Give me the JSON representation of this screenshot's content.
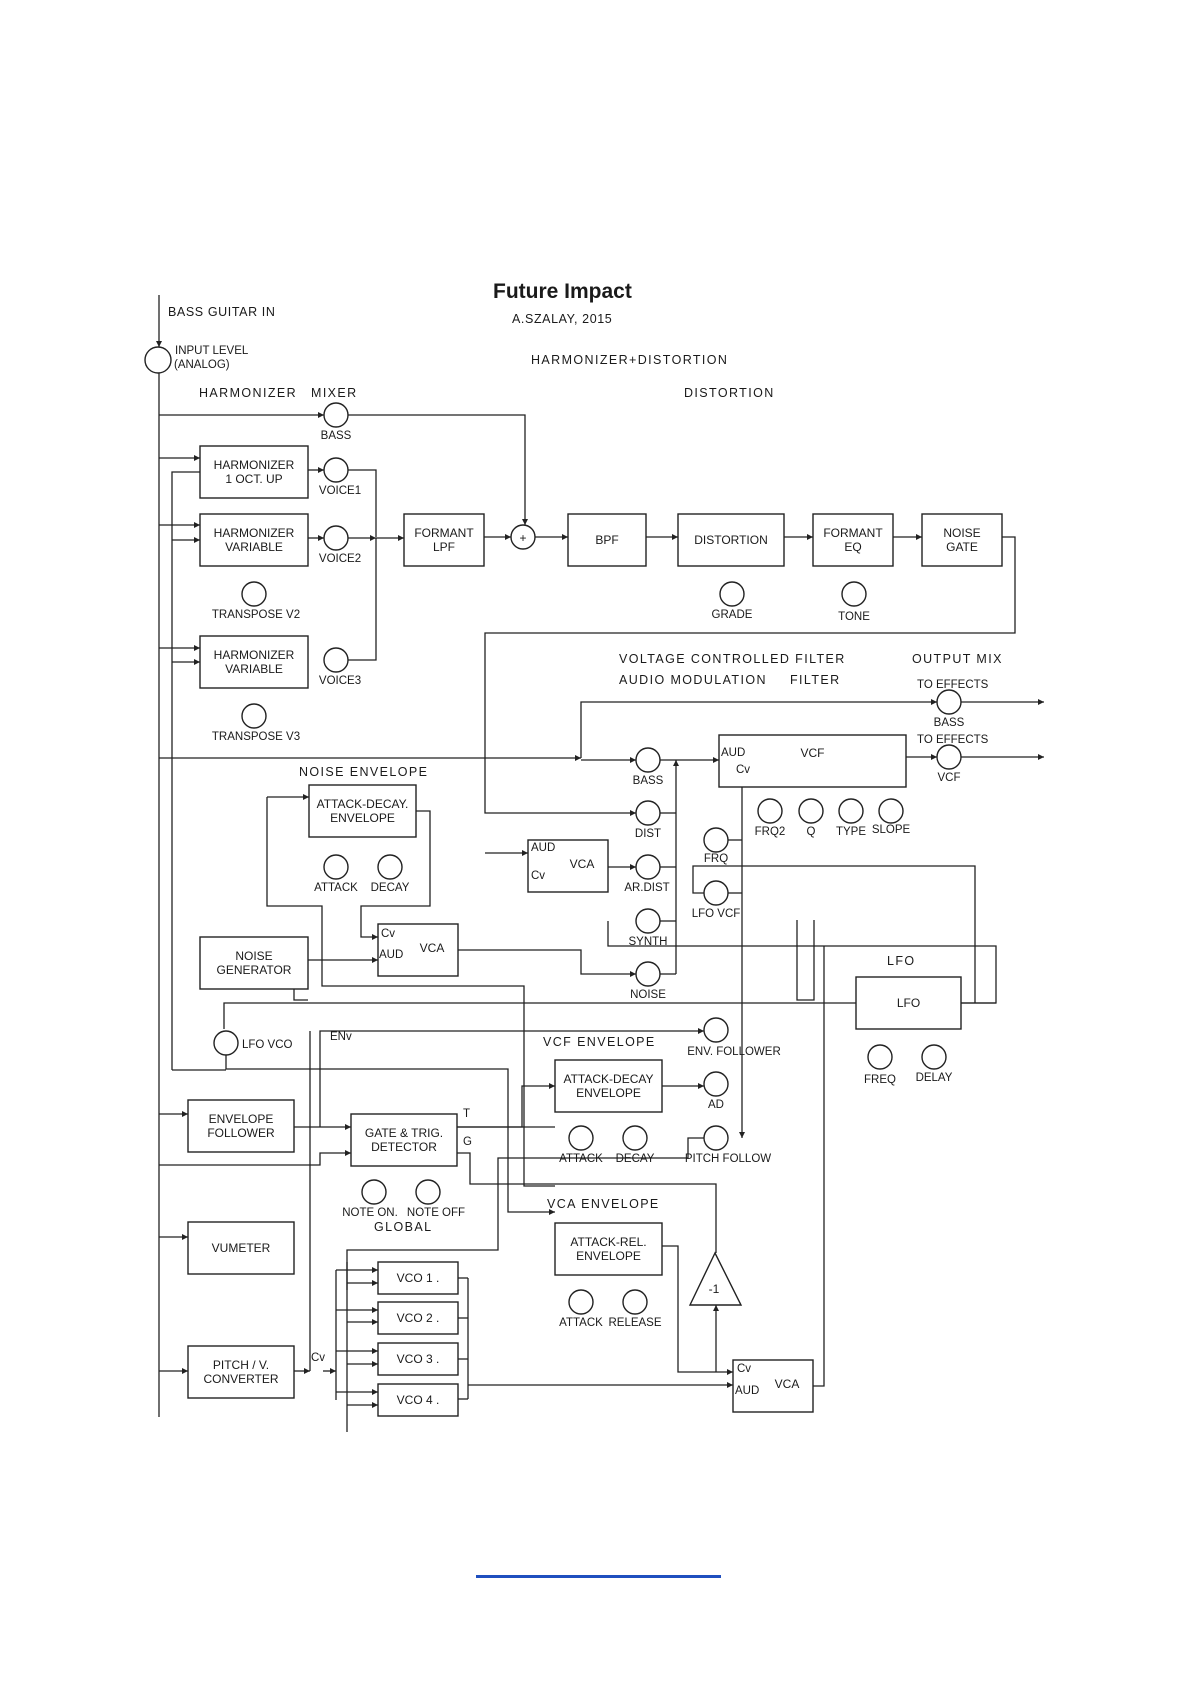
{
  "header": {
    "title": "Future Impact",
    "author": "A.SZALAY, 2015",
    "section_top": "HARMONIZER+DISTORTION"
  },
  "sections": {
    "harmonizer": "HARMONIZER",
    "mixer": "MIXER",
    "distortion": "DISTORTION",
    "vcf_title": "VOLTAGE CONTROLLED FILTER",
    "audio_modulation": "AUDIO  MODULATION",
    "filter": "FILTER",
    "output_mix": "OUTPUT MIX",
    "noise_envelope": "NOISE ENVELOPE",
    "lfo": "LFO",
    "vcf_envelope": "VCF ENVELOPE",
    "vca_envelope": "VCA ENVELOPE",
    "global": "GLOBAL"
  },
  "input": {
    "label": "BASS GUITAR IN",
    "knob_line1": "INPUT LEVEL",
    "knob_line2": "(ANALOG)"
  },
  "blocks": [
    {
      "id": "harm1",
      "lines": [
        "HARMONIZER",
        "1 OCT. UP"
      ]
    },
    {
      "id": "harm2",
      "lines": [
        "HARMONIZER",
        "VARIABLE"
      ]
    },
    {
      "id": "harm3",
      "lines": [
        "HARMONIZER",
        "VARIABLE"
      ]
    },
    {
      "id": "formant_lpf",
      "lines": [
        "FORMANT",
        "LPF"
      ]
    },
    {
      "id": "bpf",
      "lines": [
        "BPF"
      ]
    },
    {
      "id": "distortion",
      "lines": [
        "DISTORTION"
      ]
    },
    {
      "id": "formant_eq",
      "lines": [
        "FORMANT",
        "EQ"
      ]
    },
    {
      "id": "noise_gate",
      "lines": [
        "NOISE",
        "GATE"
      ]
    },
    {
      "id": "vcf",
      "lines": [
        "VCF"
      ]
    },
    {
      "id": "noise_ad",
      "lines": [
        "ATTACK-DECAY.",
        "ENVELOPE"
      ]
    },
    {
      "id": "vca_mod",
      "lines": [
        "VCA"
      ]
    },
    {
      "id": "noise_vca",
      "lines": [
        "VCA"
      ]
    },
    {
      "id": "noise_gen",
      "lines": [
        "NOISE",
        "GENERATOR"
      ]
    },
    {
      "id": "lfo",
      "lines": [
        "LFO"
      ]
    },
    {
      "id": "env_follower",
      "lines": [
        "ENVELOPE",
        "FOLLOWER"
      ]
    },
    {
      "id": "gate_trig",
      "lines": [
        "GATE & TRIG.",
        "DETECTOR"
      ]
    },
    {
      "id": "vcf_ad",
      "lines": [
        "ATTACK-DECAY",
        "ENVELOPE"
      ]
    },
    {
      "id": "vumeter",
      "lines": [
        "VUMETER"
      ]
    },
    {
      "id": "ar_env",
      "lines": [
        "ATTACK-REL.",
        "ENVELOPE"
      ]
    },
    {
      "id": "pitch_conv",
      "lines": [
        "PITCH / V.",
        "CONVERTER"
      ]
    },
    {
      "id": "vco1",
      "lines": [
        "VCO 1 ."
      ]
    },
    {
      "id": "vco2",
      "lines": [
        "VCO 2 ."
      ]
    },
    {
      "id": "vco3",
      "lines": [
        "VCO 3 ."
      ]
    },
    {
      "id": "vco4",
      "lines": [
        "VCO 4 ."
      ]
    },
    {
      "id": "out_vca",
      "lines": [
        "VCA"
      ]
    }
  ],
  "ports": {
    "aud": "AUD",
    "cv": "Cv",
    "env": "ENv",
    "t": "T",
    "g": "G",
    "cv_pitch": "Cv"
  },
  "knobs": [
    {
      "id": "bass_mix",
      "label": "BASS"
    },
    {
      "id": "voice1",
      "label": "VOICE1"
    },
    {
      "id": "voice2",
      "label": "VOICE2"
    },
    {
      "id": "voice3",
      "label": "VOICE3"
    },
    {
      "id": "transpose_v2",
      "label": "TRANSPOSE V2"
    },
    {
      "id": "transpose_v3",
      "label": "TRANSPOSE V3"
    },
    {
      "id": "grade",
      "label": "GRADE"
    },
    {
      "id": "tone",
      "label": "TONE"
    },
    {
      "id": "mod_bass",
      "label": "BASS"
    },
    {
      "id": "mod_dist",
      "label": "DIST"
    },
    {
      "id": "mod_ardist",
      "label": "AR.DIST"
    },
    {
      "id": "mod_synth",
      "label": "SYNTH"
    },
    {
      "id": "mod_noise",
      "label": "NOISE"
    },
    {
      "id": "frq",
      "label": "FRQ"
    },
    {
      "id": "lfo_vcf",
      "label": "LFO VCF"
    },
    {
      "id": "frq2",
      "label": "FRQ2"
    },
    {
      "id": "q",
      "label": "Q"
    },
    {
      "id": "type",
      "label": "TYPE"
    },
    {
      "id": "slope",
      "label": "SLOPE"
    },
    {
      "id": "out_bass",
      "label": "BASS"
    },
    {
      "id": "out_vcf",
      "label": "VCF"
    },
    {
      "id": "noise_attack",
      "label": "ATTACK"
    },
    {
      "id": "noise_decay",
      "label": "DECAY"
    },
    {
      "id": "lfo_vco",
      "label": "LFO VCO"
    },
    {
      "id": "lfo_freq",
      "label": "FREQ"
    },
    {
      "id": "lfo_delay",
      "label": "DELAY"
    },
    {
      "id": "env_follow_k",
      "label": "ENV. FOLLOWER"
    },
    {
      "id": "ad_k",
      "label": "AD"
    },
    {
      "id": "pitch_follow",
      "label": "PITCH FOLLOW"
    },
    {
      "id": "vcf_attack",
      "label": "ATTACK"
    },
    {
      "id": "vcf_decay",
      "label": "DECAY"
    },
    {
      "id": "note_on",
      "label": "NOTE ON."
    },
    {
      "id": "note_off",
      "label": "NOTE OFF"
    },
    {
      "id": "vca_attack",
      "label": "ATTACK"
    },
    {
      "id": "vca_release",
      "label": "RELEASE"
    }
  ],
  "outputs": {
    "to_effects_1": "TO EFFECTS",
    "to_effects_2": "TO EFFECTS"
  },
  "inverter": {
    "label": "-1"
  },
  "summer": {
    "symbol": "+"
  },
  "colors": {
    "link": "#1f4fbf",
    "ink": "#222222"
  }
}
